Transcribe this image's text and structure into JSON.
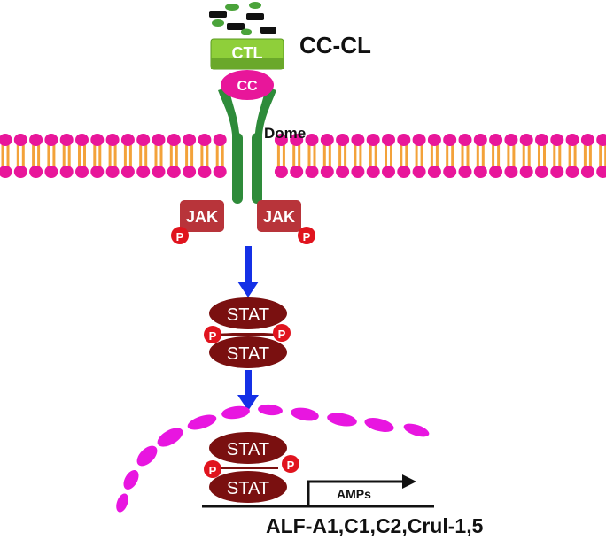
{
  "title": "CC-CL",
  "ctl_label": "CTL",
  "cc_label": "CC",
  "receptor_label": "Dome",
  "jak_left_label": "JAK",
  "jak_right_label": "JAK",
  "phospho_label": "P",
  "stat_top": "STAT",
  "stat_bottom": "STAT",
  "nuclear_stat_top": "STAT",
  "nuclear_stat_bottom": "STAT",
  "amps_label": "AMPs",
  "genes_label": "ALF-A1,C1,C2,Crul-1,5",
  "colors": {
    "membrane_head": "#e8169a",
    "membrane_tail": "#f3a23a",
    "receptor": "#2e8b3a",
    "ctl": "#7fbf3a",
    "jak": "#b8343a",
    "stat": "#7a1010",
    "phospho": "#e0141e",
    "arrow": "#1430e6",
    "nucleus": "#e816e0"
  }
}
